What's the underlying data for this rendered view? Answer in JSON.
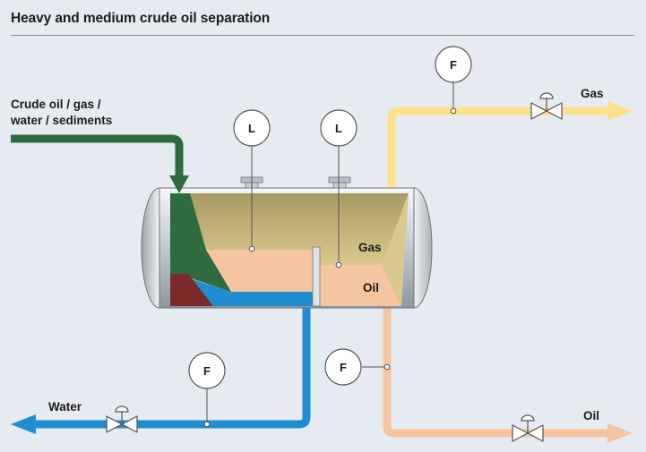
{
  "title": "Heavy and medium crude oil separation",
  "labels": {
    "inlet_line1": "Crude oil / gas /",
    "inlet_line2": "water / sediments",
    "gas_outlet": "Gas",
    "oil_outlet": "Oil",
    "water_outlet": "Water",
    "gas_zone": "Gas",
    "oil_zone": "Oil"
  },
  "instruments": {
    "level_1": "L",
    "level_2": "L",
    "flow_gas": "F",
    "flow_oil": "F",
    "flow_water": "F"
  },
  "colors": {
    "background": "#e5ebf0",
    "crude_inlet": "#2e6b3e",
    "gas": "#ffe08a",
    "oil": "#f5c4a1",
    "water": "#1e8ed0",
    "sediment": "#7a2a28"
  }
}
